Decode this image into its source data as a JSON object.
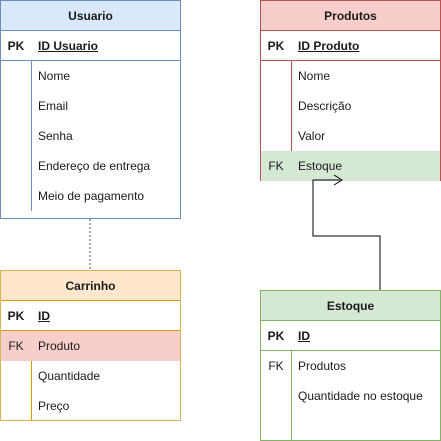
{
  "entities": {
    "usuario": {
      "title": "Usuario",
      "pk": {
        "key": "PK",
        "field": "ID Usuario"
      },
      "fields": [
        "Nome",
        "Email",
        "Senha",
        "Endereço de entrega",
        "Meio de pagamento"
      ]
    },
    "produtos": {
      "title": "Produtos",
      "pk": {
        "key": "PK",
        "field": "ID Produto"
      },
      "fields": [
        "Nome",
        "Descrição",
        "Valor"
      ],
      "fk": {
        "key": "FK",
        "field": "Estoque"
      }
    },
    "carrinho": {
      "title": "Carrinho",
      "pk": {
        "key": "PK",
        "field": "ID"
      },
      "fk": {
        "key": "FK",
        "field": "Produto"
      },
      "fields": [
        "Quantidade",
        "Preço"
      ]
    },
    "estoque": {
      "title": "Estoque",
      "pk": {
        "key": "PK",
        "field": "ID"
      },
      "fk": {
        "key": "FK",
        "field": "Produtos"
      },
      "fields": [
        "Quantidade no estoque"
      ]
    }
  },
  "colors": {
    "blue_fill": "#dae8fc",
    "blue_stroke": "#6c8ebf",
    "red_fill": "#f8cecc",
    "red_stroke": "#b85450",
    "yellow_fill": "#ffe6cc",
    "yellow_stroke": "#d79b00",
    "green_fill": "#d5e8d4",
    "green_stroke": "#82b366"
  },
  "connectors": [
    {
      "from": "usuario",
      "to": "carrinho",
      "style": "dotted"
    },
    {
      "from": "estoque",
      "to": "produtos.fk",
      "style": "solid-arrow"
    }
  ]
}
